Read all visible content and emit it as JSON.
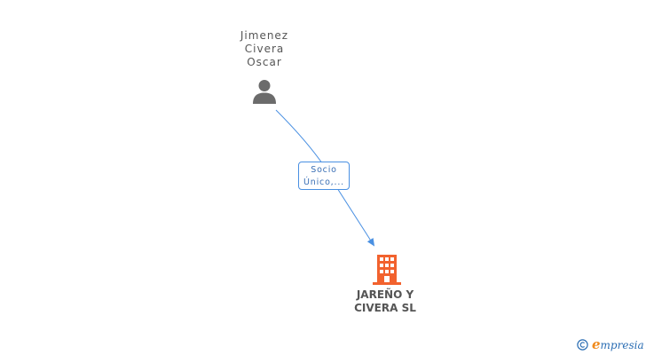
{
  "person": {
    "name_lines": [
      "Jimenez",
      "Civera",
      "Oscar"
    ],
    "icon": "person-icon"
  },
  "relation": {
    "label_lines": [
      "Socio",
      "Único,..."
    ]
  },
  "company": {
    "name_lines": [
      "JAREÑO Y",
      "CIVERA SL"
    ],
    "icon": "building-icon"
  },
  "brand": {
    "copyright": "©",
    "initial": "e",
    "rest": "mpresia"
  },
  "colors": {
    "person": "#6b6b6b",
    "company": "#f2622e",
    "edge": "#4a90e2",
    "text": "#555555",
    "brand_blue": "#2a6db3",
    "brand_orange": "#f08a1c"
  }
}
